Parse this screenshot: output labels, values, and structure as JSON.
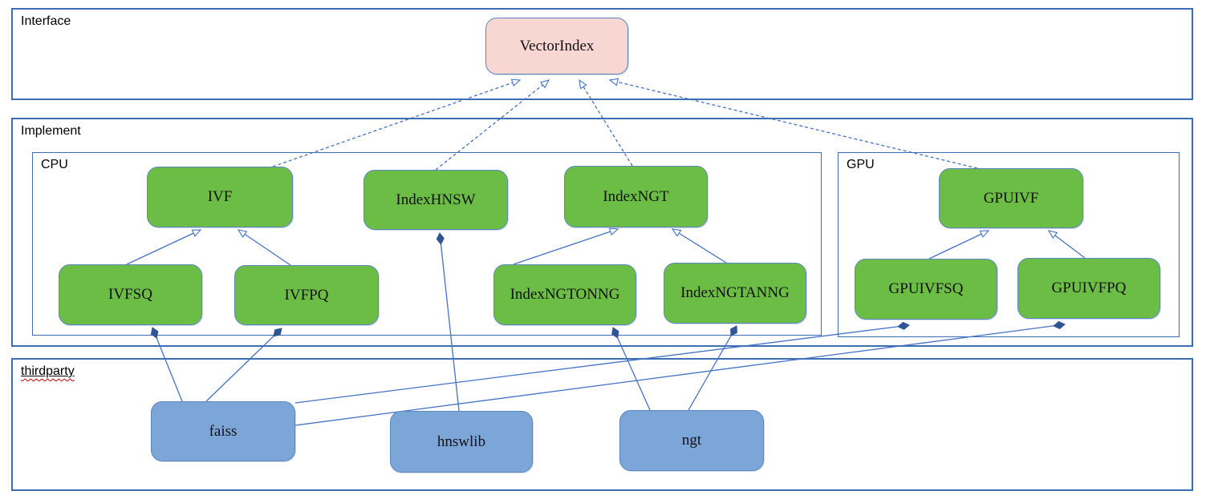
{
  "diagram": {
    "containers": {
      "interface": {
        "label": "Interface"
      },
      "implement": {
        "label": "Implement"
      },
      "cpu": {
        "label": "CPU"
      },
      "gpu": {
        "label": "GPU"
      },
      "thirdparty": {
        "label": "thirdparty"
      }
    },
    "nodes": {
      "vectorindex": {
        "label": "VectorIndex"
      },
      "ivf": {
        "label": "IVF"
      },
      "indexhnsw": {
        "label": "IndexHNSW"
      },
      "indexngt": {
        "label": "IndexNGT"
      },
      "ivfsq": {
        "label": "IVFSQ"
      },
      "ivfpq": {
        "label": "IVFPQ"
      },
      "indexngtonng": {
        "label": "IndexNGTONNG"
      },
      "indexngtanng": {
        "label": "IndexNGTANNG"
      },
      "gpuivf": {
        "label": "GPUIVF"
      },
      "gpuivfsq": {
        "label": "GPUIVFSQ"
      },
      "gpuivfpq": {
        "label": "GPUIVFPQ"
      },
      "faiss": {
        "label": "faiss"
      },
      "hnswlib": {
        "label": "hnswlib"
      },
      "ngt": {
        "label": "ngt"
      }
    },
    "edges": [
      {
        "from": "IVF",
        "to": "VectorIndex",
        "type": "realization"
      },
      {
        "from": "IndexHNSW",
        "to": "VectorIndex",
        "type": "realization"
      },
      {
        "from": "IndexNGT",
        "to": "VectorIndex",
        "type": "realization"
      },
      {
        "from": "GPUIVF",
        "to": "VectorIndex",
        "type": "realization"
      },
      {
        "from": "IVFSQ",
        "to": "IVF",
        "type": "inheritance"
      },
      {
        "from": "IVFPQ",
        "to": "IVF",
        "type": "inheritance"
      },
      {
        "from": "IndexNGTONNG",
        "to": "IndexNGT",
        "type": "inheritance"
      },
      {
        "from": "IndexNGTANNG",
        "to": "IndexNGT",
        "type": "inheritance"
      },
      {
        "from": "GPUIVFSQ",
        "to": "GPUIVF",
        "type": "inheritance"
      },
      {
        "from": "GPUIVFPQ",
        "to": "GPUIVF",
        "type": "inheritance"
      },
      {
        "from": "faiss",
        "to": "IVFSQ",
        "type": "composition"
      },
      {
        "from": "faiss",
        "to": "IVFPQ",
        "type": "composition"
      },
      {
        "from": "faiss",
        "to": "GPUIVFSQ",
        "type": "composition"
      },
      {
        "from": "faiss",
        "to": "GPUIVFPQ",
        "type": "composition"
      },
      {
        "from": "hnswlib",
        "to": "IndexHNSW",
        "type": "composition"
      },
      {
        "from": "ngt",
        "to": "IndexNGTONNG",
        "type": "composition"
      },
      {
        "from": "ngt",
        "to": "IndexNGTANNG",
        "type": "composition"
      }
    ],
    "colors": {
      "interface_node_fill": "#f8d7d3",
      "implement_node_fill": "#6cbd45",
      "thirdparty_node_fill": "#7da6d8",
      "node_border": "#5b87c0",
      "container_border": "#3c6eb4",
      "connector": "#4472c4",
      "composition_diamond": "#2f5597",
      "spellcheck_underline": "#cc0000"
    }
  }
}
